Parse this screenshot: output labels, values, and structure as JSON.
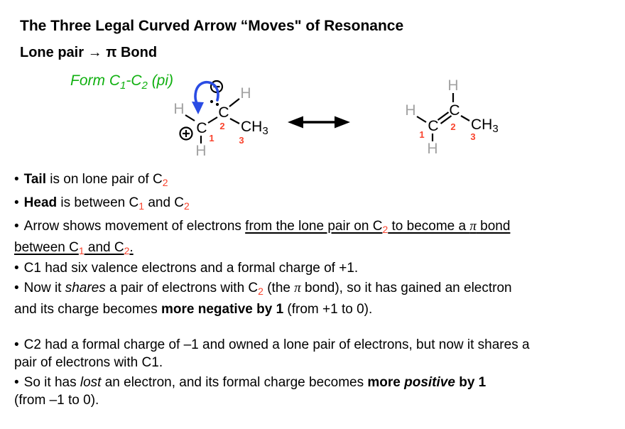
{
  "title": "The Three Legal Curved Arrow “Moves\" of Resonance",
  "subtitle": "Lone pair → π Bond",
  "annotation": {
    "t1": "Form C",
    "s1": "1",
    "t2": "-C",
    "s2": "2",
    "t3": " (pi)"
  },
  "bullet_char": "•",
  "colors": {
    "accent_green": "#10b010",
    "accent_red": "#f9422c",
    "arrow_blue": "#2a4ce4",
    "hydrogen_gray": "#a2a2a2"
  },
  "atoms": {
    "c": "C",
    "h": "H",
    "methyl": "CH",
    "methyl_sub": "3",
    "n1": "1",
    "n2": "2",
    "n3": "3"
  },
  "sectionA": {
    "b1": {
      "bold": "Tail",
      "t1": " is on lone pair of C",
      "s1": "2"
    },
    "b2": {
      "bold": "Head",
      "t1": " is between C",
      "s1": "1",
      "t2": " and C",
      "s2": "2"
    },
    "b3": {
      "t1": "Arrow shows movement of electrons ",
      "u1": "from the lone pair on C",
      "s1": "2",
      "u2": " to become a ",
      "pi": "π",
      "u3": " bond",
      "u4": "between C",
      "s2": "1",
      "u5": " and C",
      "s3": "2",
      "u6": "."
    }
  },
  "sectionB": {
    "b4": {
      "t1": "C1 had six valence electrons and a formal charge of +1."
    },
    "b5": {
      "t1": "Now it ",
      "i1": "shares",
      "t2": " a pair of electrons with C",
      "s1": "2",
      "t3": " (the ",
      "pi": "π",
      "t4": " bond), so it has gained an electron",
      "t5": "and its charge becomes ",
      "bold1": "more negative by 1",
      "t6": " (from +1 to 0)."
    }
  },
  "sectionC": {
    "b6": {
      "t1": "C2 had a formal charge of –1 and owned a lone pair of electrons, but now it shares a",
      "t2": "pair of electrons with C1."
    },
    "b7": {
      "t1": "So it has ",
      "i1": "lost",
      "t2": " an electron, and its formal charge becomes ",
      "bold1": "more ",
      "boldit1": "positive",
      "bold2": " by 1",
      "t3": "(from –1 to 0)."
    }
  }
}
